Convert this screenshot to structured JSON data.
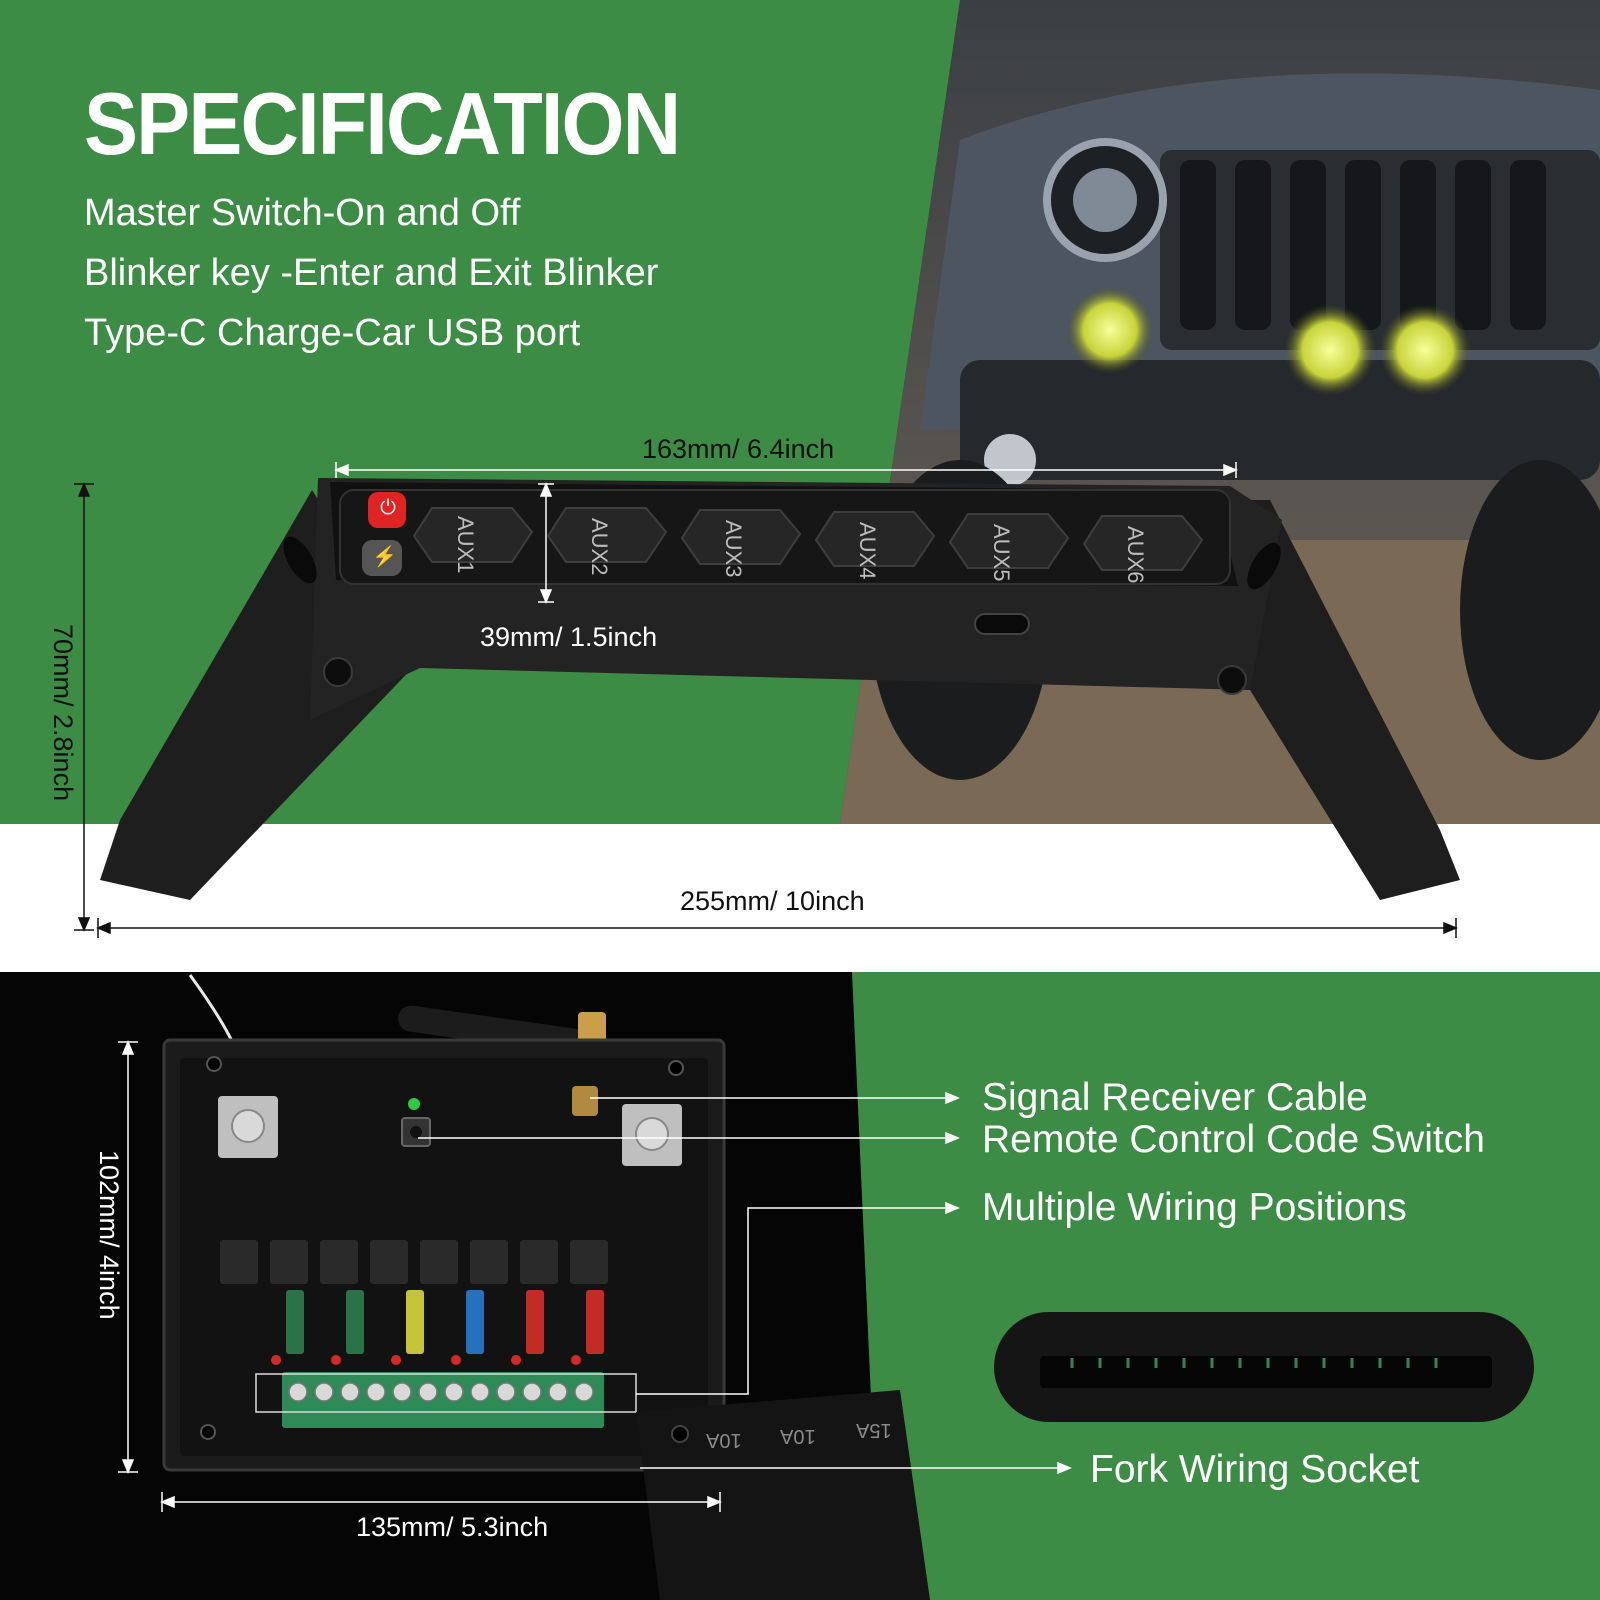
{
  "header": {
    "title": "SPECIFICATION",
    "features": [
      "Master Switch-On and Off",
      "Blinker key -Enter and Exit Blinker",
      "Type-C Charge-Car USB port"
    ]
  },
  "control_panel": {
    "buttons": [
      "AUX1",
      "AUX2",
      "AUX3",
      "AUX4",
      "AUX5",
      "AUX6"
    ],
    "dimensions": {
      "top_width": "163mm/ 6.4inch",
      "panel_height": "39mm/ 1.5inch",
      "height": "70mm/ 2.8inch",
      "base_width": "255mm/ 10inch"
    }
  },
  "relay_box": {
    "dimensions": {
      "height": "102mm/ 4inch",
      "width": "135mm/ 5.3inch"
    },
    "callouts": [
      "Signal Receiver Cable",
      "Remote Control Code Switch",
      "Multiple Wiring Positions",
      "Fork Wiring Socket"
    ],
    "fuse_labels": [
      "10A",
      "10A",
      "15A"
    ],
    "colors": {
      "fuses": [
        "#2e7d4f",
        "#2e7d4f",
        "#d8d83a",
        "#2a7bd0",
        "#d6302a",
        "#d6302a"
      ]
    }
  },
  "colors": {
    "brand_green": "#3d8c45",
    "panel_black": "#1a1a1a",
    "accent_red": "#e02424"
  }
}
